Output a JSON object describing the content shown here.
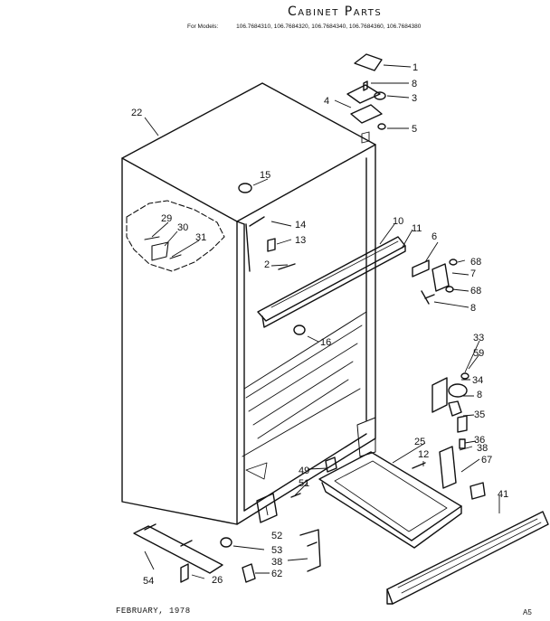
{
  "header": {
    "title": "Cabinet Parts",
    "models_label": "For Models:",
    "models": "106.7684310, 106.7684320, 106.7684340, 106.7684360, 106.7684380"
  },
  "footer": {
    "date": "FEBRUARY, 1978",
    "code": "A5"
  },
  "callouts": [
    "1",
    "8",
    "3",
    "4",
    "5",
    "22",
    "15",
    "29",
    "30",
    "31",
    "14",
    "13",
    "2",
    "10",
    "11",
    "6",
    "68",
    "7",
    "68",
    "8",
    "16",
    "33",
    "59",
    "34",
    "8",
    "35",
    "36",
    "38",
    "67",
    "25",
    "12",
    "49",
    "51",
    "52",
    "53",
    "38",
    "62",
    "54",
    "26",
    "41"
  ]
}
